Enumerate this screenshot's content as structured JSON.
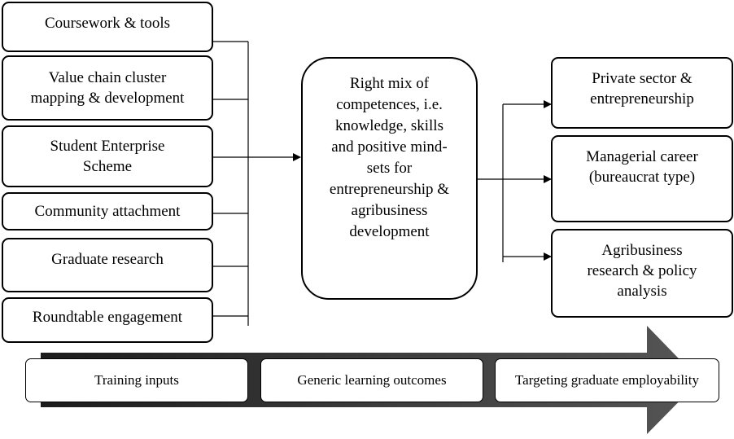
{
  "inputs": [
    "Coursework & tools",
    "Value chain cluster\nmapping & development",
    "Student Enterprise\nScheme",
    "Community attachment",
    "Graduate research",
    "Roundtable engagement"
  ],
  "outcome": "Right mix of\ncompetences, i.e.\nknowledge, skills\nand positive mind-\nsets for\nentrepreneurship &\nagribusiness\ndevelopment",
  "careers": [
    "Private sector &\nentrepreneurship",
    "Managerial career\n(bureaucrat type)",
    "Agribusiness\nresearch & policy\nanalysis"
  ],
  "stages": [
    "Training inputs",
    "Generic learning outcomes",
    "Targeting graduate employability"
  ]
}
